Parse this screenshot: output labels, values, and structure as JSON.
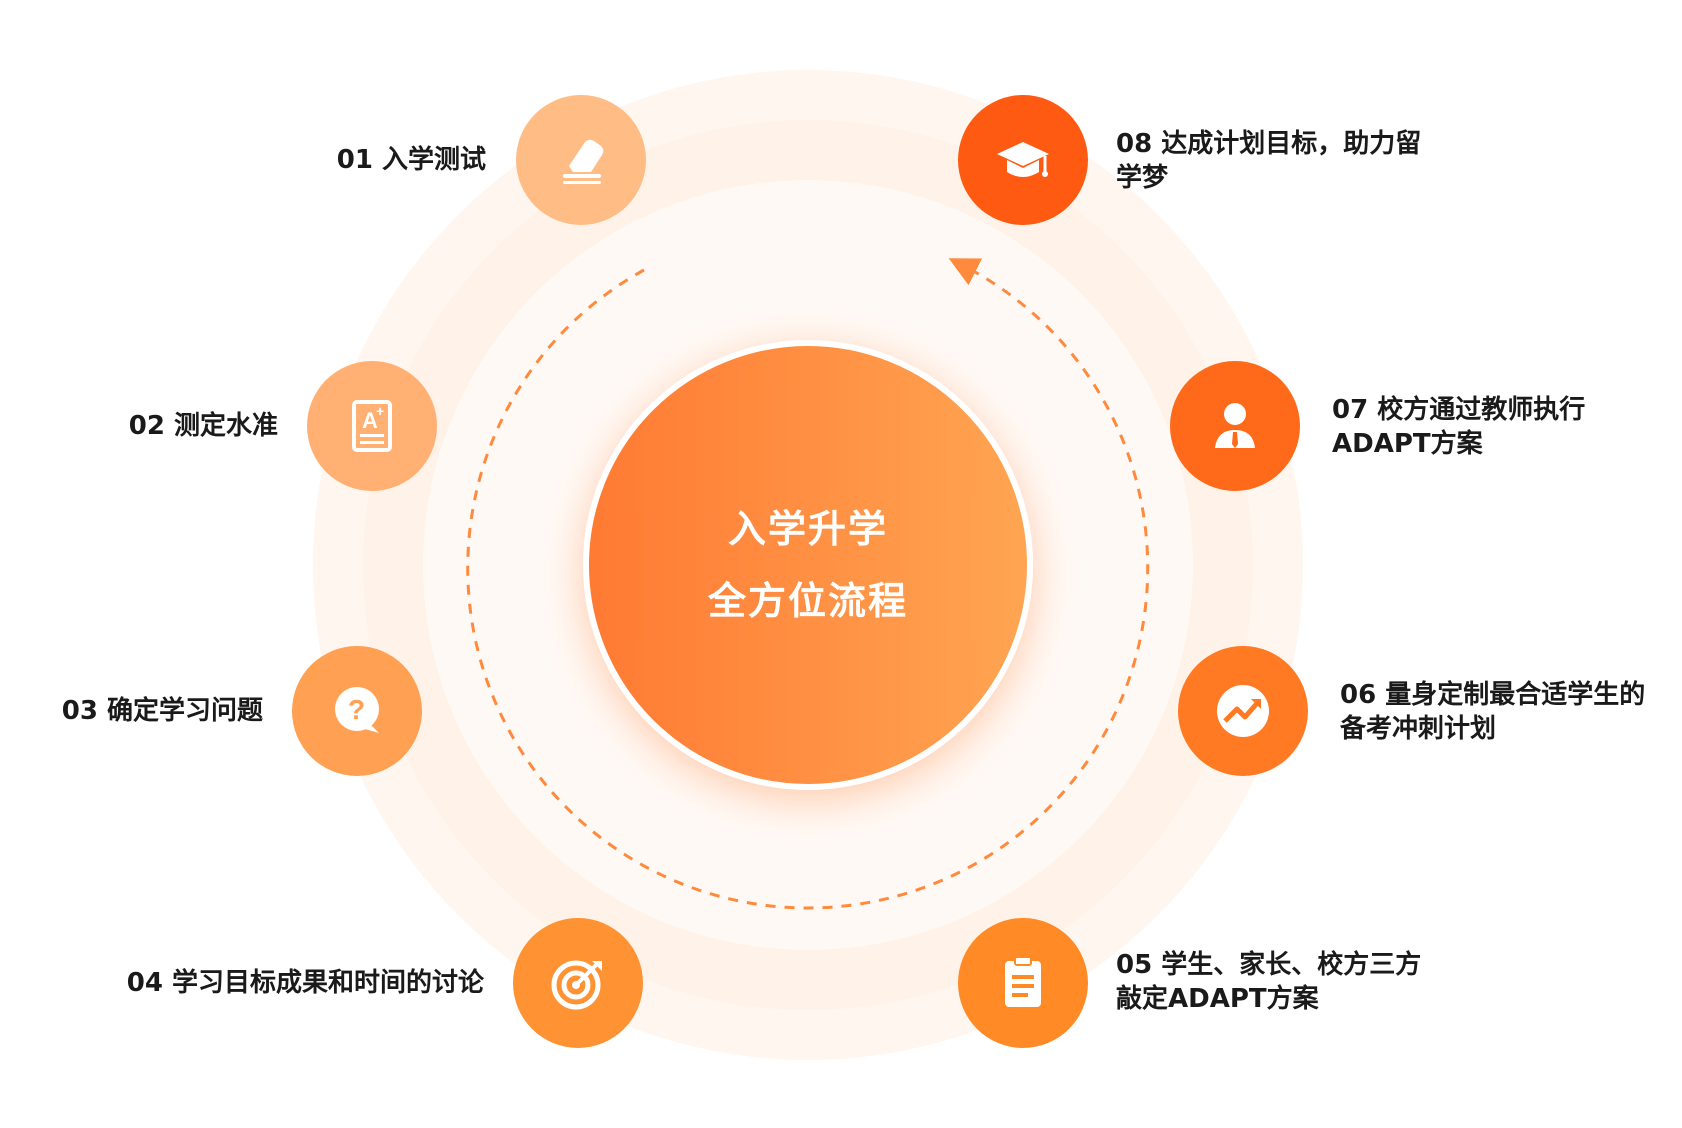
{
  "center": {
    "line1": "入学升学",
    "line2": "全方位流程"
  },
  "steps": [
    {
      "label_line1": "01 入学测试",
      "label_line2": "",
      "icon": "eraser-icon",
      "color": "#ffbd85"
    },
    {
      "label_line1": "02 测定水准",
      "label_line2": "",
      "icon": "grade-document-icon",
      "color": "#ffb072"
    },
    {
      "label_line1": "03 确定学习问题",
      "label_line2": "",
      "icon": "question-bubble-icon",
      "color": "#ffa052"
    },
    {
      "label_line1": "04 学习目标成果和时间的讨论",
      "label_line2": "",
      "icon": "target-icon",
      "color": "#ff9233"
    },
    {
      "label_line1": "05 学生、家长、校方三方",
      "label_line2": "敲定ADAPT方案",
      "icon": "clipboard-icon",
      "color": "#ff8a26"
    },
    {
      "label_line1": "06 量身定制最合适学生的",
      "label_line2": "备考冲刺计划",
      "icon": "trend-up-icon",
      "color": "#ff7a22"
    },
    {
      "label_line1": "07 校方通过教师执行",
      "label_line2": "ADAPT方案",
      "icon": "teacher-icon",
      "color": "#ff6a1a"
    },
    {
      "label_line1": "08 达成计划目标，助力留",
      "label_line2": "学梦",
      "icon": "graduation-cap-icon",
      "color": "#ff5a12"
    }
  ]
}
